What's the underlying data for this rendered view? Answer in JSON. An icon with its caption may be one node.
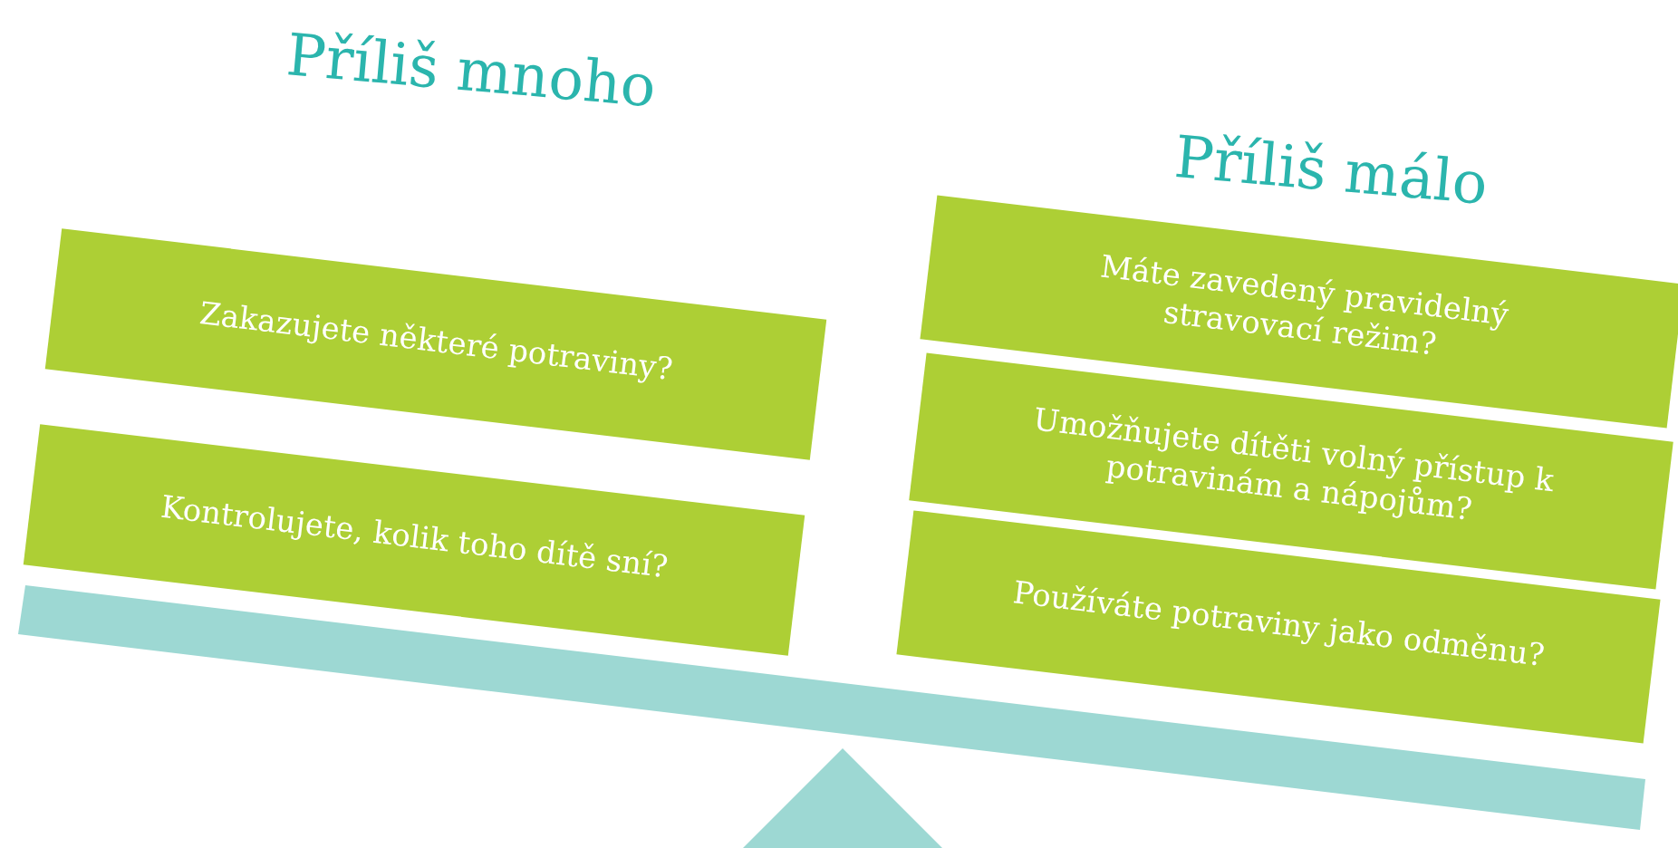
{
  "diagram": {
    "nodes": [
      {
        "text": [
          "Zakazujete některé potraviny?"
        ]
      },
      {
        "text": [
          "Kontrolujete, kolik toho dítě sní?"
        ]
      },
      {
        "text": [
          "Máte zavedený pravidelný stravovací režim?"
        ]
      },
      {
        "text": [
          "Umožňujete dítěti volný přístup k potravinám a nápojům?"
        ]
      },
      {
        "text": [
          "Používáte potraviny jako odměnu?"
        ]
      }
    ],
    "labels": [
      "Příliš mnoho",
      "Příliš málo"
    ]
  }
}
